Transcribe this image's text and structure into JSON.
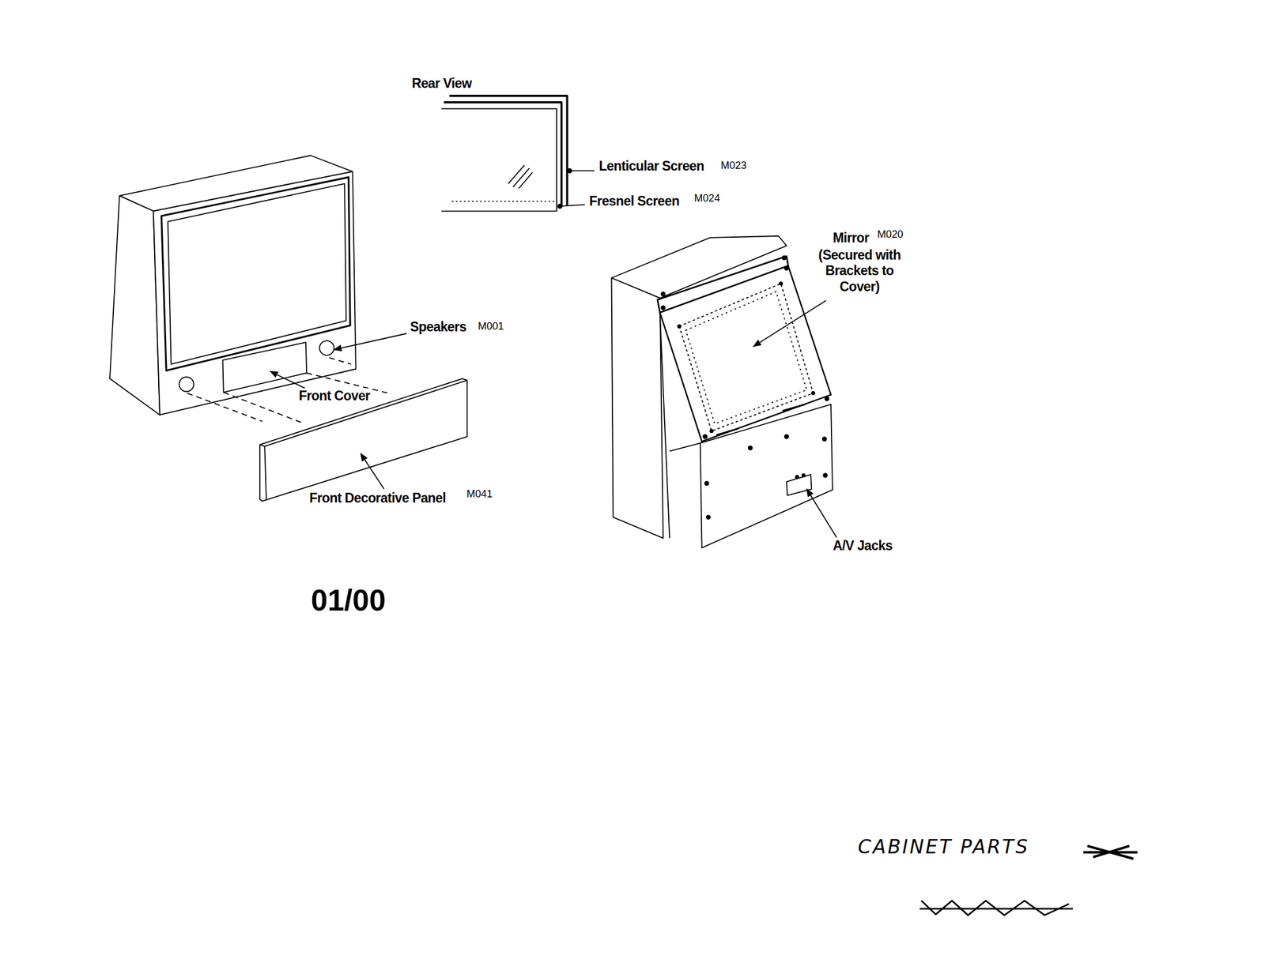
{
  "diagram": {
    "labels": [
      "Rear View",
      "Lenticular Screen",
      "M023",
      "Fresnel Screen",
      "M024",
      "Mirror",
      "M020",
      "(Secured with Brackets to Cover)",
      "Speakers",
      "M001",
      "Front Cover",
      "Front Decorative Panel",
      "M041",
      "A/V Jacks",
      "01/00",
      "CABINET PARTS"
    ]
  }
}
